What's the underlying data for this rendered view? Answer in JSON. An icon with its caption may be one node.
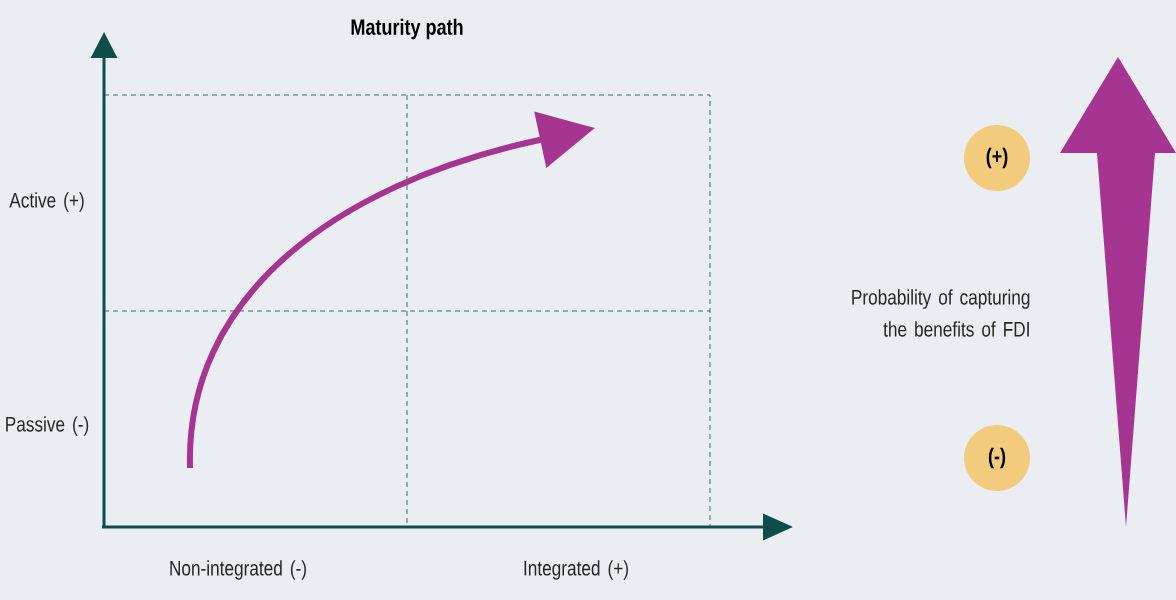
{
  "diagram": {
    "title": "Maturity path",
    "nodes": [
      {
        "text": [
          "(+)"
        ]
      },
      {
        "text": [
          "(-)"
        ]
      }
    ],
    "labels": [
      "Active (+)",
      "Passive (-)",
      "Non-integrated (-)",
      "Integrated (+)",
      "Probability of capturing the benefits of FDI"
    ]
  }
}
